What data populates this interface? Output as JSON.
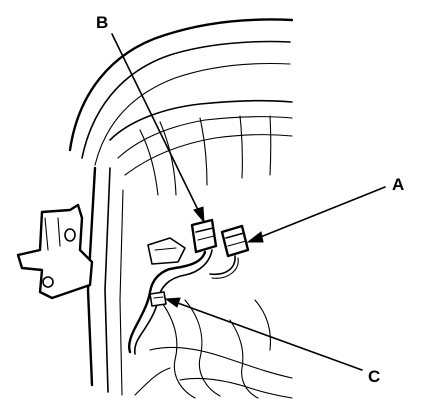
{
  "callouts": {
    "a": {
      "label": "A"
    },
    "b": {
      "label": "B"
    },
    "c": {
      "label": "C"
    }
  },
  "colors": {
    "ink": "#000000",
    "background": "#ffffff"
  }
}
